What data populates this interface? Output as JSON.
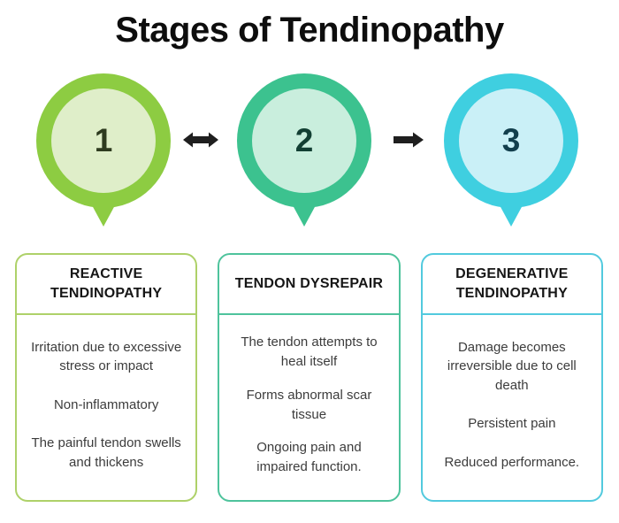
{
  "title": "Stages of Tendinopathy",
  "stages": [
    {
      "number": "1",
      "name": "REACTIVE TENDINOPATHY",
      "points": [
        "Irritation due to excessive stress or impact",
        "Non-inflammatory",
        "The painful tendon swells and thickens"
      ],
      "colors": {
        "ring": "#8dcc42",
        "inner": "#dfeec9",
        "number_text": "#2e3b1f",
        "card_border": "#aed169"
      }
    },
    {
      "number": "2",
      "name": "TENDON DYSREPAIR",
      "points": [
        "The tendon attempts to heal itself",
        "Forms abnormal scar tissue",
        "Ongoing pain and impaired function."
      ],
      "colors": {
        "ring": "#3cc28f",
        "inner": "#c9eedd",
        "number_text": "#123f33",
        "card_border": "#4ec39c"
      }
    },
    {
      "number": "3",
      "name": "DEGENERATIVE TENDINOPATHY",
      "points": [
        "Damage becomes irreversible due to cell death",
        "Persistent pain",
        "Reduced performance."
      ],
      "colors": {
        "ring": "#3fcfe0",
        "inner": "#caf0f7",
        "number_text": "#123f4d",
        "card_border": "#52cade"
      }
    }
  ],
  "connectors": [
    {
      "between": "stage-1-and-2",
      "type": "double-arrow",
      "color": "#1f1f1f"
    },
    {
      "between": "stage-2-and-3",
      "type": "right-arrow",
      "color": "#1f1f1f"
    }
  ]
}
